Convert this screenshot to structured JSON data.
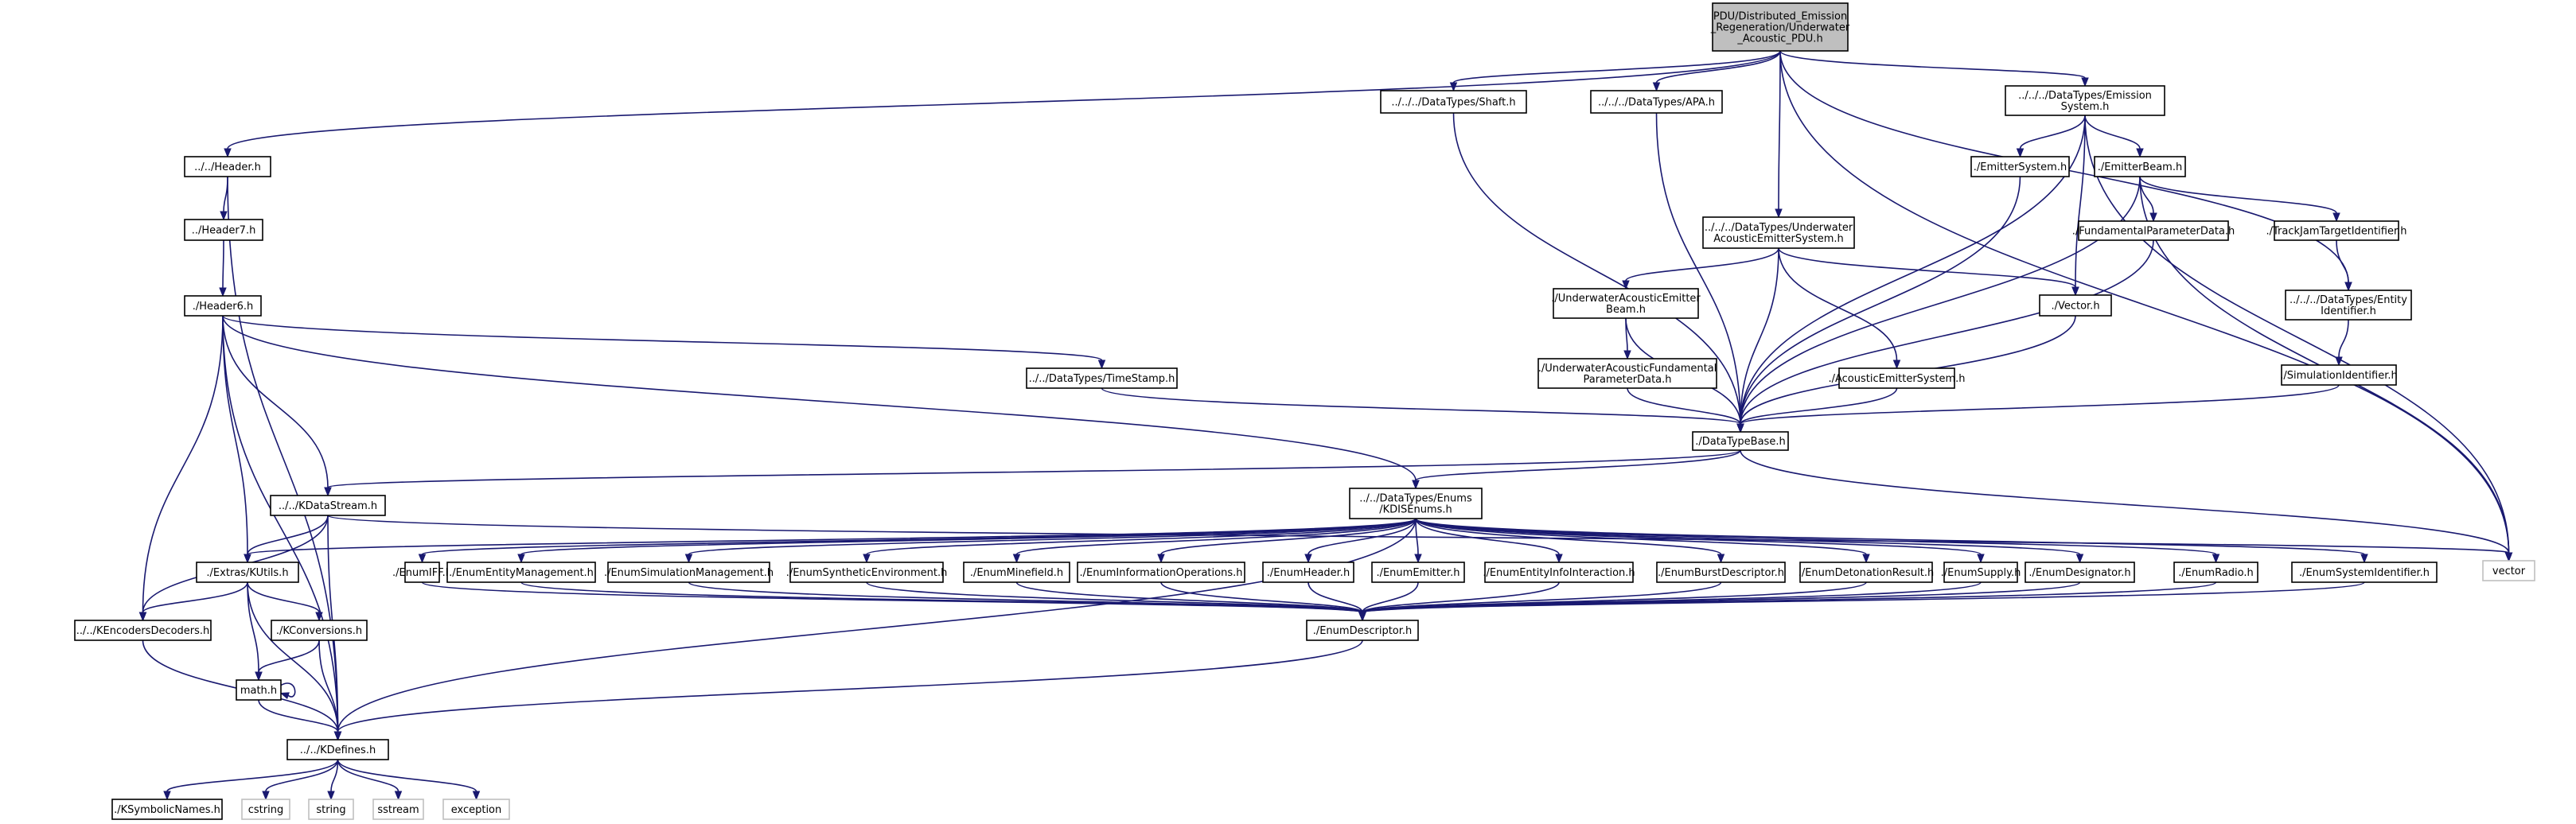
{
  "nodes": [
    {
      "id": "root",
      "lines": [
        "PDU/Distributed_Emission",
        "_Regeneration/Underwater",
        "_Acoustic_PDU.h"
      ],
      "style": "root"
    },
    {
      "id": "header",
      "lines": [
        "../../Header.h"
      ]
    },
    {
      "id": "shaft",
      "lines": [
        "../../../DataTypes/Shaft.h"
      ]
    },
    {
      "id": "apa",
      "lines": [
        "../../../DataTypes/APA.h"
      ]
    },
    {
      "id": "emsys",
      "lines": [
        "../../../DataTypes/Emission",
        "System.h"
      ]
    },
    {
      "id": "header7",
      "lines": [
        "../Header7.h"
      ]
    },
    {
      "id": "emitsys",
      "lines": [
        "./EmitterSystem.h"
      ]
    },
    {
      "id": "emitbeam",
      "lines": [
        "./EmitterBeam.h"
      ]
    },
    {
      "id": "uwaes",
      "lines": [
        "../../../DataTypes/Underwater",
        "AcousticEmitterSystem.h"
      ]
    },
    {
      "id": "header6",
      "lines": [
        "./Header6.h"
      ]
    },
    {
      "id": "fundparam",
      "lines": [
        "./FundamentalParameterData.h"
      ]
    },
    {
      "id": "trackjam",
      "lines": [
        "./TrackJamTargetIdentifier.h"
      ]
    },
    {
      "id": "uwaeb",
      "lines": [
        "./UnderwaterAcousticEmitter",
        "Beam.h"
      ]
    },
    {
      "id": "vectorh",
      "lines": [
        "./Vector.h"
      ]
    },
    {
      "id": "entityid",
      "lines": [
        "../../../DataTypes/Entity",
        "Identifier.h"
      ]
    },
    {
      "id": "timestamp",
      "lines": [
        "../../DataTypes/TimeStamp.h"
      ]
    },
    {
      "id": "uwafpd",
      "lines": [
        "./UnderwaterAcousticFundamental",
        "ParameterData.h"
      ]
    },
    {
      "id": "aes",
      "lines": [
        "./AcousticEmitterSystem.h"
      ]
    },
    {
      "id": "simid",
      "lines": [
        "./SimulationIdentifier.h"
      ]
    },
    {
      "id": "dtb",
      "lines": [
        "./DataTypeBase.h"
      ]
    },
    {
      "id": "kdatastream",
      "lines": [
        "../../KDataStream.h"
      ]
    },
    {
      "id": "kdisenums",
      "lines": [
        "../../DataTypes/Enums",
        "/KDISEnums.h"
      ]
    },
    {
      "id": "kutils",
      "lines": [
        "./Extras/KUtils.h"
      ]
    },
    {
      "id": "eiff",
      "lines": [
        "./EnumIFF.h"
      ]
    },
    {
      "id": "eentmgmt",
      "lines": [
        "./EnumEntityManagement.h"
      ]
    },
    {
      "id": "esimmgmt",
      "lines": [
        "./EnumSimulationManagement.h"
      ]
    },
    {
      "id": "esynenv",
      "lines": [
        "./EnumSyntheticEnvironment.h"
      ]
    },
    {
      "id": "emine",
      "lines": [
        "./EnumMinefield.h"
      ]
    },
    {
      "id": "einfo",
      "lines": [
        "./EnumInformationOperations.h"
      ]
    },
    {
      "id": "eheader",
      "lines": [
        "./EnumHeader.h"
      ]
    },
    {
      "id": "eemitter",
      "lines": [
        "./EnumEmitter.h"
      ]
    },
    {
      "id": "eentinfo",
      "lines": [
        "./EnumEntityInfoInteraction.h"
      ]
    },
    {
      "id": "eburst",
      "lines": [
        "./EnumBurstDescriptor.h"
      ]
    },
    {
      "id": "edeton",
      "lines": [
        "./EnumDetonationResult.h"
      ]
    },
    {
      "id": "esupply",
      "lines": [
        "./EnumSupply.h"
      ]
    },
    {
      "id": "edesig",
      "lines": [
        "./EnumDesignator.h"
      ]
    },
    {
      "id": "eradio",
      "lines": [
        "./EnumRadio.h"
      ]
    },
    {
      "id": "esysid",
      "lines": [
        "./EnumSystemIdentifier.h"
      ]
    },
    {
      "id": "vector",
      "lines": [
        "vector"
      ],
      "style": "ext"
    },
    {
      "id": "kencdec",
      "lines": [
        "../../KEncodersDecoders.h"
      ]
    },
    {
      "id": "kconv",
      "lines": [
        "./KConversions.h"
      ]
    },
    {
      "id": "edesc",
      "lines": [
        "./EnumDescriptor.h"
      ]
    },
    {
      "id": "math",
      "lines": [
        "math.h"
      ]
    },
    {
      "id": "kdefines",
      "lines": [
        "../../KDefines.h"
      ]
    },
    {
      "id": "ksymb",
      "lines": [
        "./KSymbolicNames.h"
      ]
    },
    {
      "id": "cstring",
      "lines": [
        "cstring"
      ],
      "style": "ext"
    },
    {
      "id": "string",
      "lines": [
        "string"
      ],
      "style": "ext"
    },
    {
      "id": "sstream",
      "lines": [
        "sstream"
      ],
      "style": "ext"
    },
    {
      "id": "exception",
      "lines": [
        "exception"
      ],
      "style": "ext"
    }
  ],
  "edges": [
    [
      "root",
      "header"
    ],
    [
      "root",
      "shaft"
    ],
    [
      "root",
      "apa"
    ],
    [
      "root",
      "emsys"
    ],
    [
      "root",
      "uwaes"
    ],
    [
      "root",
      "entityid"
    ],
    [
      "root",
      "vector"
    ],
    [
      "header",
      "header7"
    ],
    [
      "header",
      "kdefines"
    ],
    [
      "header7",
      "header6"
    ],
    [
      "header6",
      "timestamp"
    ],
    [
      "header6",
      "kdisenums"
    ],
    [
      "header6",
      "kdatastream"
    ],
    [
      "header6",
      "kutils"
    ],
    [
      "header6",
      "kencdec"
    ],
    [
      "header6",
      "kdefines"
    ],
    [
      "shaft",
      "dtb"
    ],
    [
      "apa",
      "dtb"
    ],
    [
      "emsys",
      "emitsys"
    ],
    [
      "emsys",
      "emitbeam"
    ],
    [
      "emsys",
      "vectorh"
    ],
    [
      "emsys",
      "vector"
    ],
    [
      "emsys",
      "dtb"
    ],
    [
      "emitsys",
      "dtb"
    ],
    [
      "emitbeam",
      "fundparam"
    ],
    [
      "emitbeam",
      "trackjam"
    ],
    [
      "emitbeam",
      "dtb"
    ],
    [
      "emitbeam",
      "vector"
    ],
    [
      "fundparam",
      "dtb"
    ],
    [
      "trackjam",
      "entityid"
    ],
    [
      "entityid",
      "simid"
    ],
    [
      "simid",
      "dtb"
    ],
    [
      "uwaes",
      "uwaeb"
    ],
    [
      "uwaes",
      "vectorh"
    ],
    [
      "uwaes",
      "aes"
    ],
    [
      "uwaes",
      "dtb"
    ],
    [
      "uwaeb",
      "uwafpd"
    ],
    [
      "uwaeb",
      "dtb"
    ],
    [
      "uwafpd",
      "dtb"
    ],
    [
      "aes",
      "dtb"
    ],
    [
      "vectorh",
      "dtb"
    ],
    [
      "timestamp",
      "dtb"
    ],
    [
      "dtb",
      "kdatastream"
    ],
    [
      "dtb",
      "kdisenums"
    ],
    [
      "dtb",
      "vector"
    ],
    [
      "kdatastream",
      "kutils"
    ],
    [
      "kdatastream",
      "kencdec"
    ],
    [
      "kdatastream",
      "kdefines"
    ],
    [
      "kdatastream",
      "vector"
    ],
    [
      "kdisenums",
      "kutils"
    ],
    [
      "kdisenums",
      "eiff"
    ],
    [
      "kdisenums",
      "eentmgmt"
    ],
    [
      "kdisenums",
      "esimmgmt"
    ],
    [
      "kdisenums",
      "esynenv"
    ],
    [
      "kdisenums",
      "emine"
    ],
    [
      "kdisenums",
      "einfo"
    ],
    [
      "kdisenums",
      "eheader"
    ],
    [
      "kdisenums",
      "eemitter"
    ],
    [
      "kdisenums",
      "eentinfo"
    ],
    [
      "kdisenums",
      "eburst"
    ],
    [
      "kdisenums",
      "edeton"
    ],
    [
      "kdisenums",
      "esupply"
    ],
    [
      "kdisenums",
      "edesig"
    ],
    [
      "kdisenums",
      "eradio"
    ],
    [
      "kdisenums",
      "esysid"
    ],
    [
      "kdisenums",
      "kdefines"
    ],
    [
      "eiff",
      "edesc"
    ],
    [
      "eentmgmt",
      "edesc"
    ],
    [
      "esimmgmt",
      "edesc"
    ],
    [
      "esynenv",
      "edesc"
    ],
    [
      "emine",
      "edesc"
    ],
    [
      "einfo",
      "edesc"
    ],
    [
      "eheader",
      "edesc"
    ],
    [
      "eemitter",
      "edesc"
    ],
    [
      "eentinfo",
      "edesc"
    ],
    [
      "eburst",
      "edesc"
    ],
    [
      "edeton",
      "edesc"
    ],
    [
      "esupply",
      "edesc"
    ],
    [
      "edesig",
      "edesc"
    ],
    [
      "eradio",
      "edesc"
    ],
    [
      "esysid",
      "edesc"
    ],
    [
      "edesc",
      "kdefines"
    ],
    [
      "kutils",
      "kencdec"
    ],
    [
      "kutils",
      "kconv"
    ],
    [
      "kutils",
      "math"
    ],
    [
      "kutils",
      "kdefines"
    ],
    [
      "kconv",
      "math"
    ],
    [
      "kconv",
      "kdefines"
    ],
    [
      "kencdec",
      "kdefines"
    ],
    [
      "math",
      "math"
    ],
    [
      "math",
      "kdefines"
    ],
    [
      "kdefines",
      "ksymb"
    ],
    [
      "kdefines",
      "cstring"
    ],
    [
      "kdefines",
      "string"
    ],
    [
      "kdefines",
      "sstream"
    ],
    [
      "kdefines",
      "exception"
    ]
  ]
}
